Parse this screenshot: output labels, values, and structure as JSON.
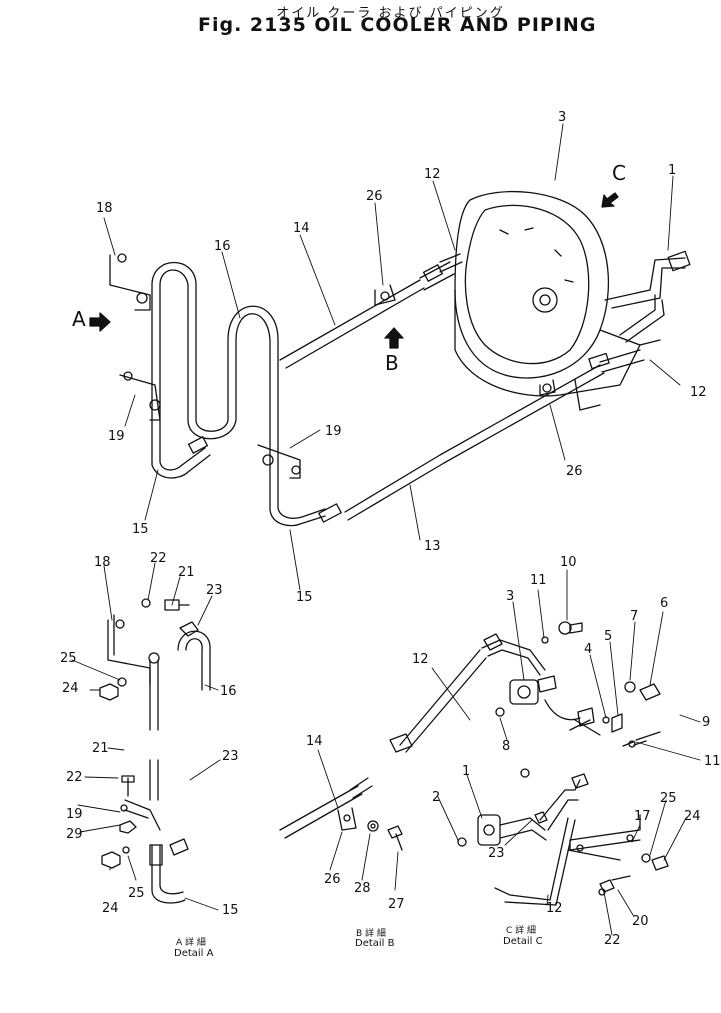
{
  "title": {
    "jp": "オイル クーラ および パイピング",
    "en": "Fig. 2135 OIL COOLER AND PIPING"
  },
  "view_arrows": {
    "a": "A",
    "b": "B",
    "c": "C"
  },
  "details": {
    "a": {
      "jp": "A 詳 細",
      "en": "Detail A"
    },
    "b": {
      "jp": "B 詳 細",
      "en": "Detail B"
    },
    "c": {
      "jp": "C 詳 細",
      "en": "Detail C"
    }
  },
  "callouts": {
    "main": [
      "3",
      "1",
      "C",
      "12",
      "26",
      "14",
      "16",
      "18",
      "12",
      "26",
      "19",
      "19",
      "15",
      "13",
      "15"
    ],
    "detail_a": [
      "18",
      "22",
      "21",
      "23",
      "25",
      "16",
      "24",
      "21",
      "22",
      "23",
      "19",
      "29",
      "24",
      "25",
      "15"
    ],
    "detail_b": [
      "14",
      "26",
      "28",
      "27"
    ],
    "detail_c": [
      "10",
      "11",
      "3",
      "6",
      "7",
      "5",
      "12",
      "4",
      "9",
      "11",
      "8",
      "1",
      "2",
      "17",
      "25",
      "24",
      "23",
      "12",
      "20",
      "22"
    ]
  }
}
